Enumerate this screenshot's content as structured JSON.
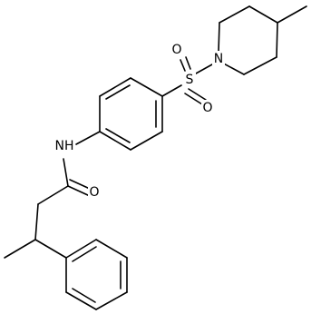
{
  "molecule": {
    "atom_labels": {
      "nitrogen_amide": "NH",
      "oxygen_carbonyl": "O",
      "sulfur": "S",
      "oxygen_sulfonyl_top": "O",
      "oxygen_sulfonyl_bottom": "O",
      "nitrogen_piperidine": "N"
    }
  },
  "colors": {
    "bond": "#000000",
    "label": "#000000",
    "background": "#ffffff"
  }
}
